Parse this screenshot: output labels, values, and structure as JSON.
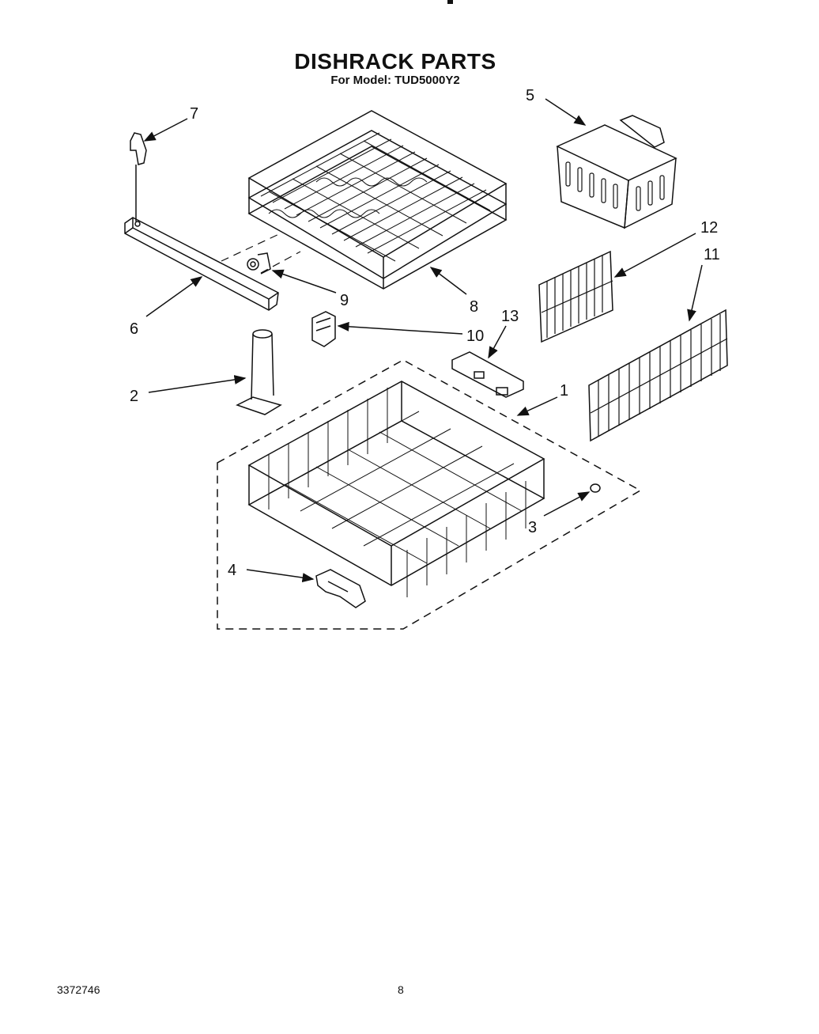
{
  "title": "DISHRACK PARTS",
  "subtitle": "For Model: TUD5000Y2",
  "footer": {
    "doc_number": "3372746",
    "page": "8"
  },
  "callouts": [
    {
      "id": "1",
      "label": "1"
    },
    {
      "id": "2",
      "label": "2"
    },
    {
      "id": "3",
      "label": "3"
    },
    {
      "id": "4",
      "label": "4"
    },
    {
      "id": "5",
      "label": "5"
    },
    {
      "id": "6",
      "label": "6"
    },
    {
      "id": "7",
      "label": "7"
    },
    {
      "id": "8",
      "label": "8"
    },
    {
      "id": "9",
      "label": "9"
    },
    {
      "id": "10",
      "label": "10"
    },
    {
      "id": "11",
      "label": "11"
    },
    {
      "id": "12",
      "label": "12"
    },
    {
      "id": "13",
      "label": "13"
    }
  ]
}
